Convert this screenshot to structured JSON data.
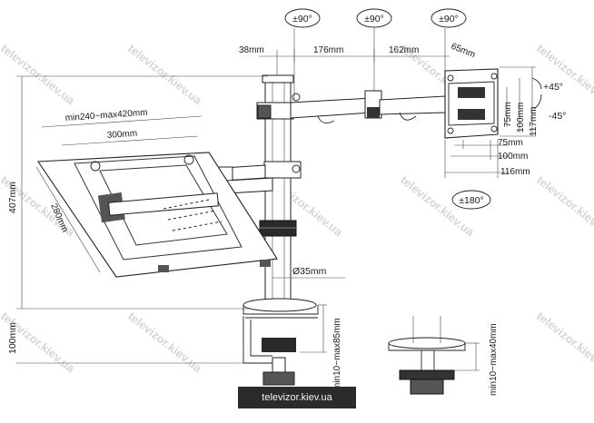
{
  "rotation_labels": [
    "±90°",
    "±90°",
    "±90°",
    "±180°"
  ],
  "tilt": {
    "up": "+45°",
    "down": "-45°"
  },
  "arm_dims": {
    "a": "38mm",
    "b": "176mm",
    "c": "162mm",
    "vesa_side": "65mm"
  },
  "vesa": {
    "v75": "75mm",
    "v100": "100mm",
    "v117": "117mm",
    "h75": "75mm",
    "h100": "100mm",
    "h116": "116mm"
  },
  "tray": {
    "width_range": "min240~max420mm",
    "width": "300mm",
    "depth": "280mm"
  },
  "height": "407mm",
  "pole": "Ø35mm",
  "clamp": {
    "range": "min10~max85mm",
    "base": "100mm"
  },
  "grommet": {
    "range": "min10~max40mm"
  },
  "watermark": "televizor.kiev.ua",
  "watermark_bar": "televizor.kiev.ua"
}
